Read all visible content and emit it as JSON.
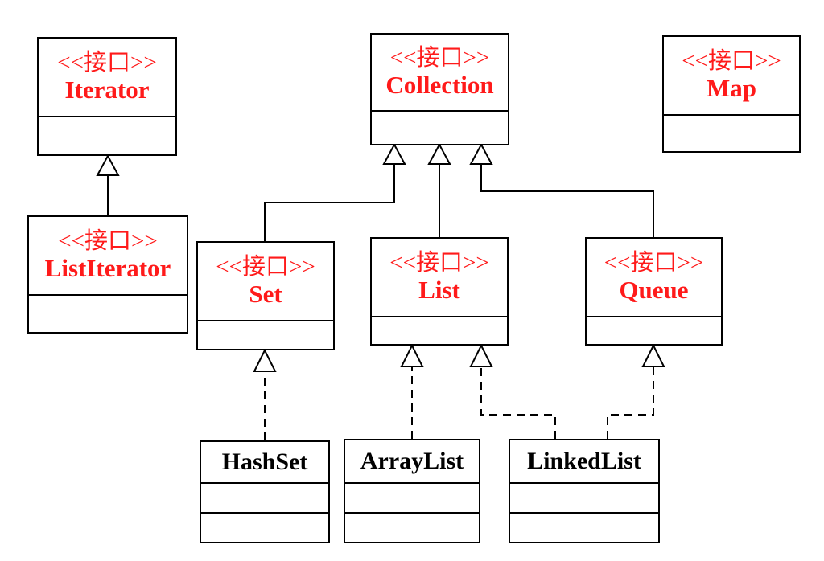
{
  "diagram": {
    "interfaces": {
      "iterator": {
        "stereotype": "<<接口>>",
        "name": "Iterator"
      },
      "collection": {
        "stereotype": "<<接口>>",
        "name": "Collection"
      },
      "map": {
        "stereotype": "<<接口>>",
        "name": "Map"
      },
      "listiterator": {
        "stereotype": "<<接口>>",
        "name": "ListIterator"
      },
      "set": {
        "stereotype": "<<接口>>",
        "name": "Set"
      },
      "list": {
        "stereotype": "<<接口>>",
        "name": "List"
      },
      "queue": {
        "stereotype": "<<接口>>",
        "name": "Queue"
      }
    },
    "classes": {
      "hashset": {
        "name": "HashSet"
      },
      "arraylist": {
        "name": "ArrayList"
      },
      "linkedlist": {
        "name": "LinkedList"
      }
    },
    "relations": [
      {
        "from": "ListIterator",
        "to": "Iterator",
        "kind": "extends"
      },
      {
        "from": "Set",
        "to": "Collection",
        "kind": "extends"
      },
      {
        "from": "List",
        "to": "Collection",
        "kind": "extends"
      },
      {
        "from": "Queue",
        "to": "Collection",
        "kind": "extends"
      },
      {
        "from": "HashSet",
        "to": "Set",
        "kind": "implements"
      },
      {
        "from": "ArrayList",
        "to": "List",
        "kind": "implements"
      },
      {
        "from": "LinkedList",
        "to": "List",
        "kind": "implements"
      },
      {
        "from": "LinkedList",
        "to": "Queue",
        "kind": "implements"
      }
    ],
    "colors": {
      "interface_text": "#ff1a1a",
      "class_text": "#000000",
      "line": "#000000"
    }
  }
}
